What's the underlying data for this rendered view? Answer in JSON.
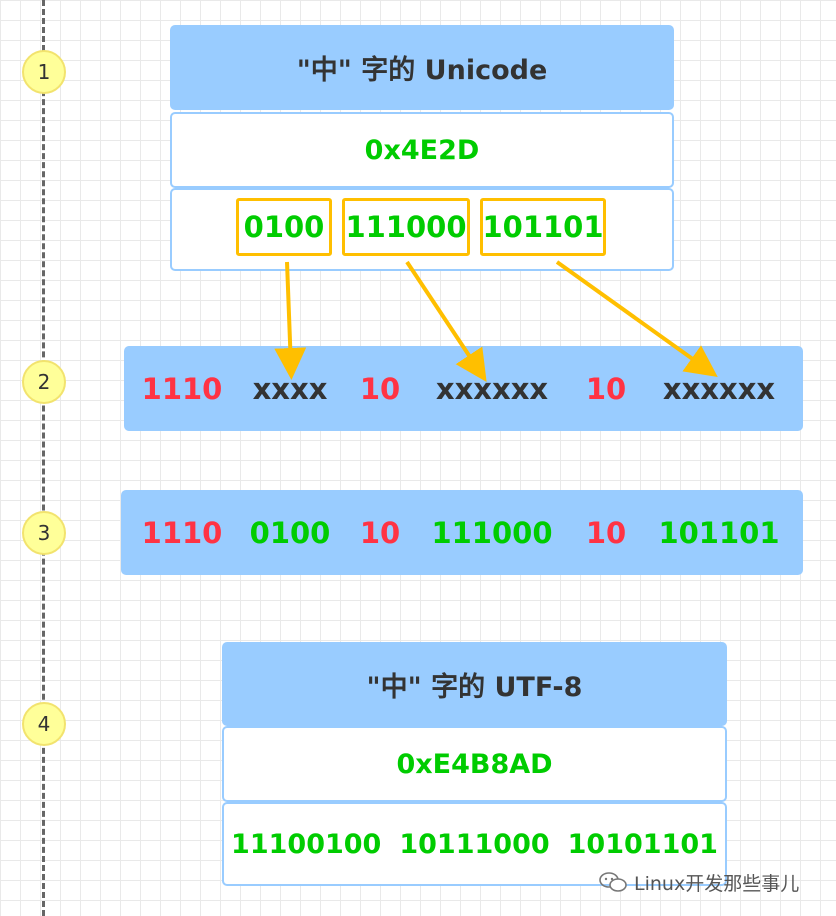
{
  "markers": [
    "1",
    "2",
    "3",
    "4"
  ],
  "unicode_block": {
    "title": "\"中\" 字的 Unicode",
    "hex": "0x4E2D",
    "groups": [
      "0100",
      "111000",
      "101101"
    ]
  },
  "template_row": {
    "segments": [
      "1110",
      "xxxx",
      "10",
      "xxxxxx",
      "10",
      "xxxxxx"
    ]
  },
  "filled_row": {
    "segments": [
      "1110",
      "0100",
      "10",
      "111000",
      "10",
      "101101"
    ]
  },
  "utf8_block": {
    "title": "\"中\" 字的 UTF-8",
    "hex": "0xE4B8AD",
    "bytes": [
      "11100100",
      "10111000",
      "10101101"
    ]
  },
  "watermark": {
    "text": "Linux开发那些事儿",
    "icon": "wechat-icon"
  },
  "colors": {
    "header_blue": "#99ccff",
    "value_green": "#00cc00",
    "prefix_red": "#ff3344",
    "highlight_orange": "#ffbf00",
    "marker_yellow": "#ffff99"
  }
}
